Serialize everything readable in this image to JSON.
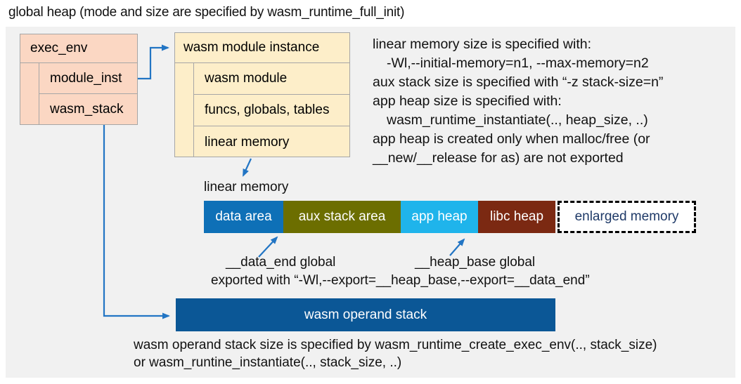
{
  "title": "global heap (mode and size are specified by wasm_runtime_full_init)",
  "exec_env": {
    "header": "exec_env",
    "rows": [
      "module_inst",
      "wasm_stack"
    ]
  },
  "module_instance": {
    "header": "wasm module instance",
    "rows": [
      "wasm module",
      "funcs, globals, tables",
      "linear memory"
    ]
  },
  "notes_right": {
    "lines": [
      "linear memory size is specified with:",
      "-Wl,--initial-memory=n1, --max-memory=n2",
      "aux stack size is specified with “-z stack-size=n”",
      "app heap size is specified with:",
      "wasm_runtime_instantiate(.., heap_size, ..)",
      "app heap is created only when malloc/free (or",
      "__new/__release for as) are not exported"
    ]
  },
  "linear_memory": {
    "label": "linear memory",
    "segments": [
      {
        "label": "data area",
        "color": "#0e70b7"
      },
      {
        "label": "aux stack area",
        "color": "#6c6e00"
      },
      {
        "label": "app heap",
        "color": "#1fb4eb"
      },
      {
        "label": "libc heap",
        "color": "#7b2912"
      }
    ],
    "enlarged": {
      "label": "enlarged memory",
      "text_color": "#1f3a68"
    }
  },
  "globals": {
    "data_end": "__data_end global",
    "heap_base": "__heap_base global",
    "exported": "exported with “-Wl,--export=__heap_base,--export=__data_end”"
  },
  "operand_stack": {
    "label": "wasm operand stack",
    "color": "#0b5796"
  },
  "notes_bottom": {
    "lines": [
      "wasm operand stack size is specified by wasm_runtime_create_exec_env(.., stack_size)",
      "or wasm_runtine_instantiate(.., stack_size, ..)"
    ]
  },
  "colors": {
    "panel_bg": "#f1f1f1",
    "exec_env_fill": "#fbd7c3",
    "instance_fill": "#fdeec9",
    "box_border": "#a6a6a6",
    "arrow": "#2275c4"
  }
}
